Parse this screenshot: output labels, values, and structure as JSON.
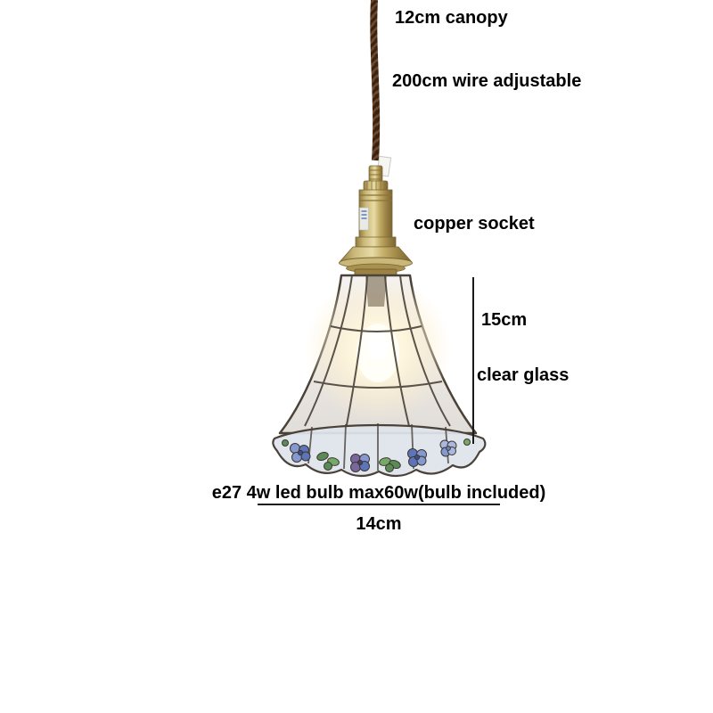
{
  "page": {
    "background": "#ffffff",
    "description_kind": "pendant lamp product dimension diagram"
  },
  "annotations": {
    "canopy": "12cm canopy",
    "wire": "200cm wire adjustable",
    "socket": "copper socket",
    "shade_height": "15cm",
    "glass": "clear glass",
    "bulb": "e27 4w led bulb max60w(bulb included)",
    "shade_width": "14cm"
  },
  "illustration": {
    "colors": {
      "wire_brown": "#3a2313",
      "wire_highlight": "#6e4a2c",
      "brass": "#b49a58",
      "brass_dark": "#7a6434",
      "glass_tint": "#ece8e4",
      "lead_line": "#4a4238",
      "glow_warm": "#fff7dd",
      "flower_blue": "#5d74b8",
      "flower_light_blue": "#aab8de",
      "flower_purple": "#7a679e",
      "leaf_green": "#5a8a55",
      "dimension_line": "#1a1a1a"
    }
  }
}
